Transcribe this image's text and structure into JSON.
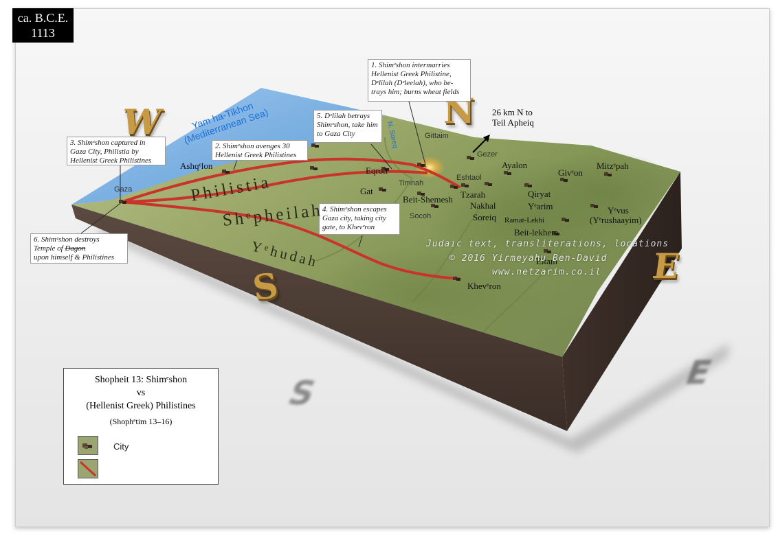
{
  "date": {
    "line1": "ca. B.C.E.",
    "line2": "1113"
  },
  "compass": {
    "north": "N",
    "south": "S",
    "east": "E",
    "west": "W"
  },
  "callouts": [
    {
      "id": "c1",
      "text": "1. Shimᵉshon intermarries Hellenist Greek Philistine, Dᵉlilah (Dᵉleelah), who be-trays him; burns wheat fields"
    },
    {
      "id": "c2",
      "text": "2. Shimᵉshon avenges 30 Hellenist Greek Philistines"
    },
    {
      "id": "c3",
      "text": "3. Shimᵉshon captured in Gaza City, Philistia by Hellenist Greek Philistines"
    },
    {
      "id": "c4",
      "text": "4. Shimᵉshon escapes Gaza city, taking city gate, to Khevᵉron"
    },
    {
      "id": "c5",
      "text": "5. Dᵉlilah betrays Shimᵉshon, take him to Gaza City"
    },
    {
      "id": "c6_line1",
      "text": "6. Shimᵉshon destroys"
    },
    {
      "id": "c6_line2a",
      "text": "Temple of "
    },
    {
      "id": "c6_line2b",
      "text": "Dagon"
    },
    {
      "id": "c6_line3",
      "text": "upon himself & Philistines"
    }
  ],
  "north_note": {
    "line1": "26 km N to",
    "line2": "Teil Apheiq"
  },
  "sea": {
    "line1": "Yam ha-Tikhon",
    "line2": "(Mediterranean Sea)"
  },
  "river": "N. Soreq",
  "regions": {
    "philistia": "Philistia",
    "shephelah": "Shᵉpheilah",
    "yehudah": "Yᵉhudah"
  },
  "cities_major": [
    "Ashqᵉlon",
    "Eqron",
    "Gat",
    "Beit-Shemesh",
    "Tzarah",
    "Nakhal",
    "Soreiq",
    "Ayalon",
    "Givᵉon",
    "Mitzᵉpah",
    "Qiryat",
    "Yᵉarim",
    "Yᵉvus",
    "(Yᵉrushaayim)",
    "Ramat-Lekhi",
    "Beit-lekhem",
    "Eitam",
    "Khevᵉron"
  ],
  "cities_minor": [
    "Gaza",
    "Gittaim",
    "Gezer",
    "Eshtaol",
    "Timnah",
    "Socoh"
  ],
  "watermark": {
    "line1": "Judaic text, transliterations, locations",
    "line2": "© 2016 Yirmeyahu Ben-David",
    "line3": "www.netzarim.co.il"
  },
  "legend": {
    "title1": "Shopheit 13: Shimᵉshon",
    "title2": "vs",
    "title3": "(Hellenist Greek) Philistines",
    "subtitle": "(Shophᵉtim 13–16)",
    "city_label": "City"
  },
  "colors": {
    "route": "#c8332a",
    "sea": "#7fb4e6",
    "terrain": "#8ea062",
    "block_side": "#4a3a33",
    "compass": "#c79a45"
  }
}
